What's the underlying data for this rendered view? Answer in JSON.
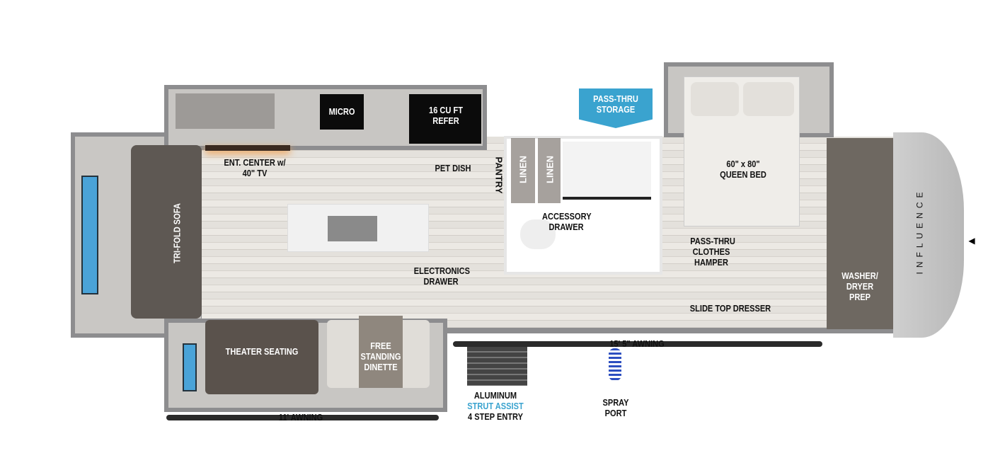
{
  "labels": {
    "micro": "MICRO",
    "refer": [
      "16 CU FT",
      "REFER"
    ],
    "ent_center": [
      "ENT. CENTER w/",
      "40\" TV"
    ],
    "pet_dish": "PET DISH",
    "pantry": "PANTRY",
    "linen_1": "LINEN",
    "linen_2": "LINEN",
    "pass_thru_storage": [
      "PASS-THRU",
      "STORAGE"
    ],
    "queen_bed": [
      "60\" x 80\"",
      "QUEEN BED"
    ],
    "sofa": "TRI-FOLD SOFA",
    "accessory_drawer": [
      "ACCESSORY",
      "DRAWER"
    ],
    "electronics_drawer": [
      "ELECTRONICS",
      "DRAWER"
    ],
    "clothes_hamper": [
      "PASS-THRU",
      "CLOTHES",
      "HAMPER"
    ],
    "washer_dryer": [
      "WASHER/",
      "DRYER",
      "PREP"
    ],
    "brand": "INFLUENCE",
    "theater_seating": "THEATER SEATING",
    "dinette": [
      "FREE",
      "STANDING",
      "DINETTE"
    ],
    "slide_top_dresser": "SLIDE TOP DRESSER",
    "awning_rear": "15' 5\" AWNING",
    "awning_front": "11' AWNING",
    "entry": [
      "ALUMINUM",
      "STRUT ASSIST",
      "4 STEP ENTRY"
    ],
    "spray_port": [
      "SPRAY",
      "PORT"
    ]
  },
  "nav": {
    "prev_icon": "◀"
  },
  "colors": {
    "accent": "#3aa3cf",
    "strut": "#3aa3cf"
  }
}
